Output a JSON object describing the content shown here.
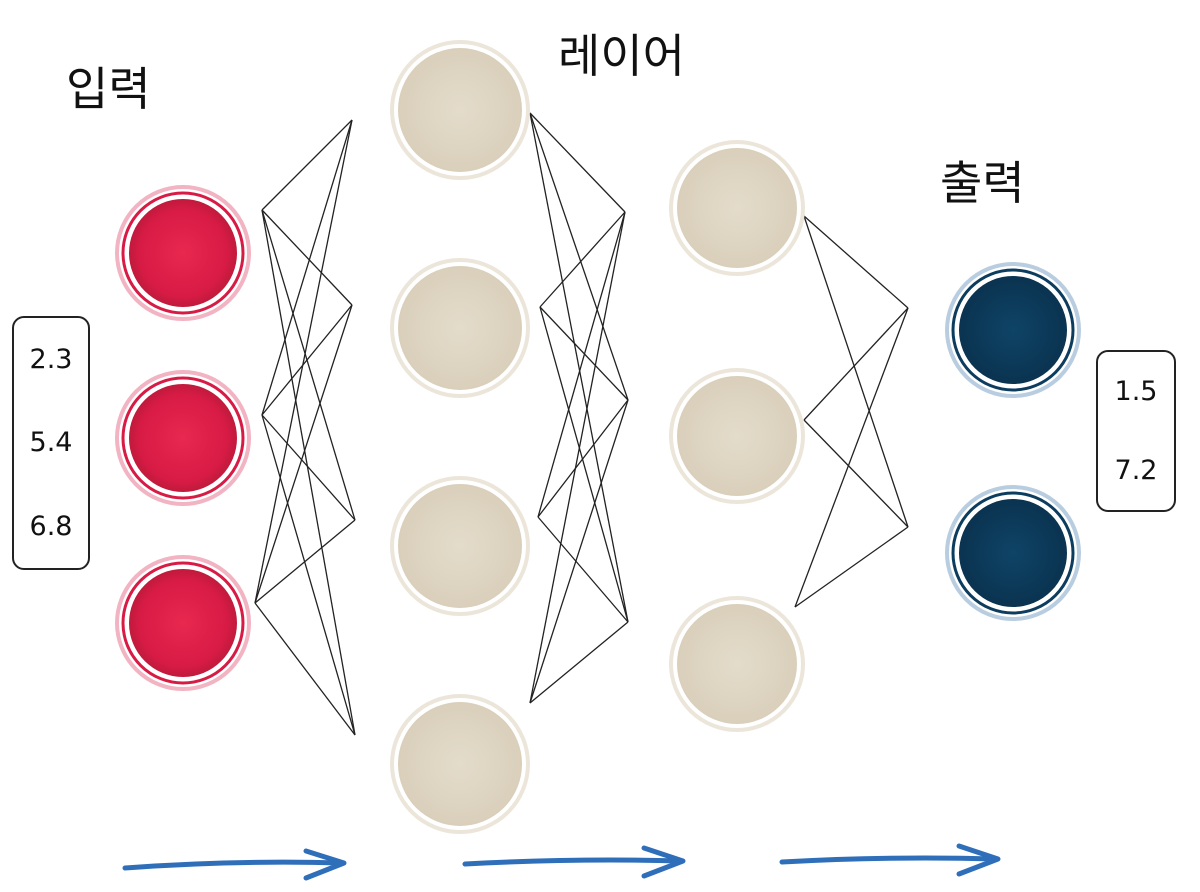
{
  "labels": {
    "input": "입력",
    "layer": "레이어",
    "output": "출력"
  },
  "input_values": [
    "2.3",
    "5.4",
    "6.8"
  ],
  "output_values": [
    "1.5",
    "7.2"
  ],
  "node_colors": {
    "input": "#e11d48",
    "hidden": "#ddd3c0",
    "output": "#0d3d5e",
    "arrow": "#2f6fba",
    "connection": "#222222"
  }
}
